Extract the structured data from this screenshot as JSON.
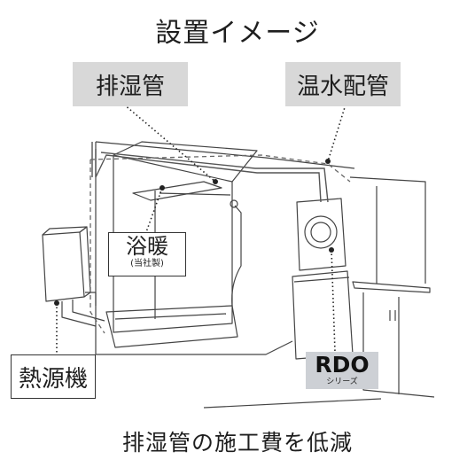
{
  "title": "設置イメージ",
  "labels": {
    "exhaust_pipe": "排湿管",
    "hot_water_pipe": "温水配管",
    "bath_heater": "浴暖",
    "bath_heater_note": "(当社製)",
    "heat_source": "熱源機",
    "rdo": "RDO",
    "rdo_series": "シリーズ"
  },
  "caption": "排湿管の施工費を低減",
  "colors": {
    "label_bg": "#d8d8d8",
    "rdo_bg": "#cdd0d5",
    "line": "#333333"
  }
}
